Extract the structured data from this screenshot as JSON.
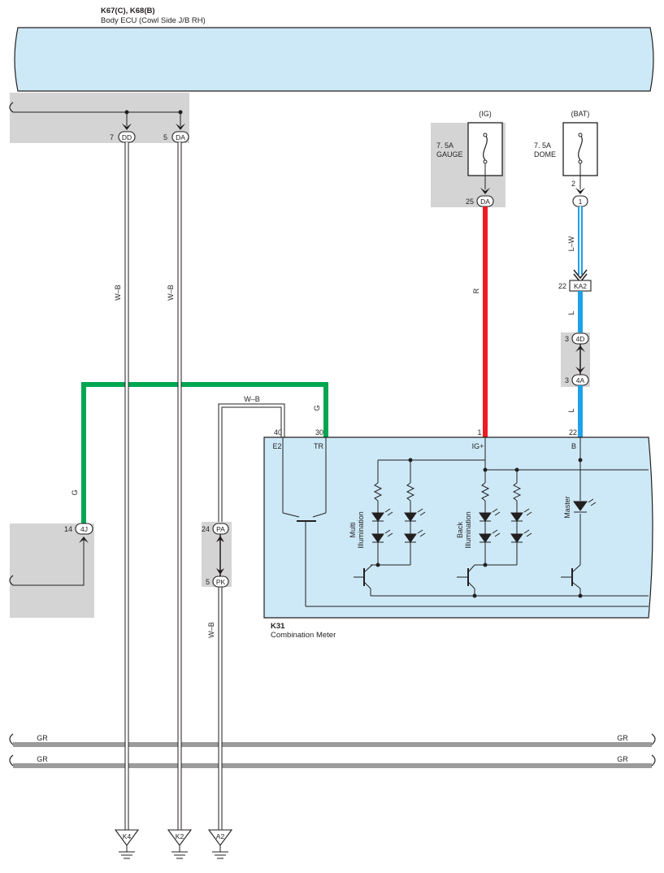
{
  "body_ecu": {
    "id": "K67(C), K68(B)",
    "name": "Body ECU (Cowl Side J/B RH)",
    "pins": [
      {
        "pin": "7",
        "connector": "DD"
      },
      {
        "pin": "5",
        "connector": "DA"
      }
    ]
  },
  "fuses": [
    {
      "supply": "(IG)",
      "rating": "7. 5A",
      "name": "GAUGE",
      "pin": "25",
      "connector": "DA"
    },
    {
      "supply": "(BAT)",
      "rating": "7. 5A",
      "name": "DOME",
      "pin_top": "2",
      "pin": "1",
      "connector": ""
    }
  ],
  "connectors": {
    "ka2": {
      "pin": "22",
      "label": "KA2"
    },
    "j4d": {
      "pin": "3",
      "label": "4D"
    },
    "j4a": {
      "pin": "3",
      "label": "4A"
    },
    "j4j": {
      "pin": "14",
      "label": "4J"
    },
    "pa": {
      "pin": "24",
      "label": "PA"
    },
    "pk": {
      "pin": "5",
      "label": "PK"
    }
  },
  "wire_colors": {
    "w_b": "W–B",
    "g": "G",
    "r": "R",
    "l": "L",
    "l_w": "L–W",
    "gr": "GR"
  },
  "meter": {
    "id": "K31",
    "name": "Combination Meter",
    "pins": [
      {
        "pin": "40",
        "name": "E2"
      },
      {
        "pin": "30",
        "name": "TR"
      },
      {
        "pin": "1",
        "name": "IG+"
      },
      {
        "pin": "22",
        "name": "B"
      }
    ],
    "groups": [
      {
        "line1": "Multi",
        "line2": "Illumination"
      },
      {
        "line1": "Back",
        "line2": "Illumination"
      },
      {
        "line1": "Master",
        "line2": ""
      }
    ]
  },
  "grounds": [
    "K4",
    "K2",
    "A2"
  ],
  "colors": {
    "component_fill": "#cde9f7",
    "splice_fill": "#d4d4d5",
    "green_wire": "#00a651",
    "red_wire": "#ed1c24",
    "blue_wire": "#1ea1e8",
    "gray_wire": "#9b9b9b",
    "line": "#231f20"
  }
}
